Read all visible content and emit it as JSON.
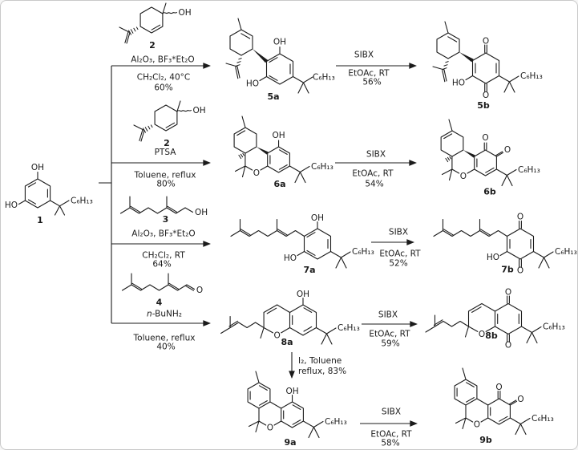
{
  "page": {
    "type": "chemical-reaction-scheme",
    "background": "#ffffff",
    "ink_color": "#1b1b1b",
    "border_color": "#c9c9c9"
  },
  "atoms": {
    "oh": "OH",
    "ho": "HO",
    "o": "O",
    "hexyl": "C₆H₁₃"
  },
  "compounds": {
    "n1": "1",
    "n2": "2",
    "n3": "3",
    "n4": "4",
    "n5a": "5a",
    "n5b": "5b",
    "n6a": "6a",
    "n6b": "6b",
    "n7a": "7a",
    "n7b": "7b",
    "n8a": "8a",
    "n8b": "8b",
    "n9a": "9a",
    "n9b": "9b"
  },
  "conditions": {
    "b1": {
      "above": "Al₂O₃, BF₃*Et₂O",
      "solvent": "CH₂Cl₂, 40°C",
      "yield": "60%"
    },
    "b2": {
      "above": "PTSA",
      "solvent": "Toluene, reflux",
      "yield": "80%"
    },
    "b3": {
      "above": "Al₂O₃, BF₃*Et₂O",
      "solvent": "CH₂Cl₂, RT",
      "yield": "64%"
    },
    "b4": {
      "above_italic": "n",
      "above_rest": "-BuNH₂",
      "solvent": "Toluene, reflux",
      "yield": "40%"
    },
    "s1": {
      "reagent": "SIBX",
      "solvent": "EtOAc, RT",
      "yield": "56%"
    },
    "s2": {
      "reagent": "SIBX",
      "solvent": "EtOAc, RT",
      "yield": "54%"
    },
    "s3": {
      "reagent": "SIBX",
      "solvent": "EtOAc, RT",
      "yield": "52%"
    },
    "s4": {
      "reagent": "SIBX",
      "solvent": "EtOAc, RT",
      "yield": "59%"
    },
    "s5": {
      "reagent": "SIBX",
      "solvent": "EtOAc, RT",
      "yield": "58%"
    },
    "cyc": {
      "line1": "I₂, Toluene",
      "line2": "reflux, 83%"
    }
  }
}
